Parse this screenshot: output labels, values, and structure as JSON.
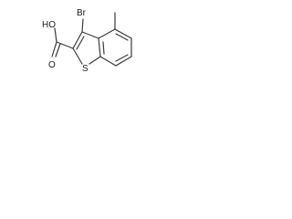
{
  "molecule": {
    "labels": {
      "bromine": "Br",
      "hydroxyl": "HO",
      "carbonyl_oxygen": "O",
      "sulfur": "S"
    },
    "colors": {
      "bond": "#3a3a3a",
      "label": "#1a1a1a",
      "background": "#ffffff"
    }
  }
}
